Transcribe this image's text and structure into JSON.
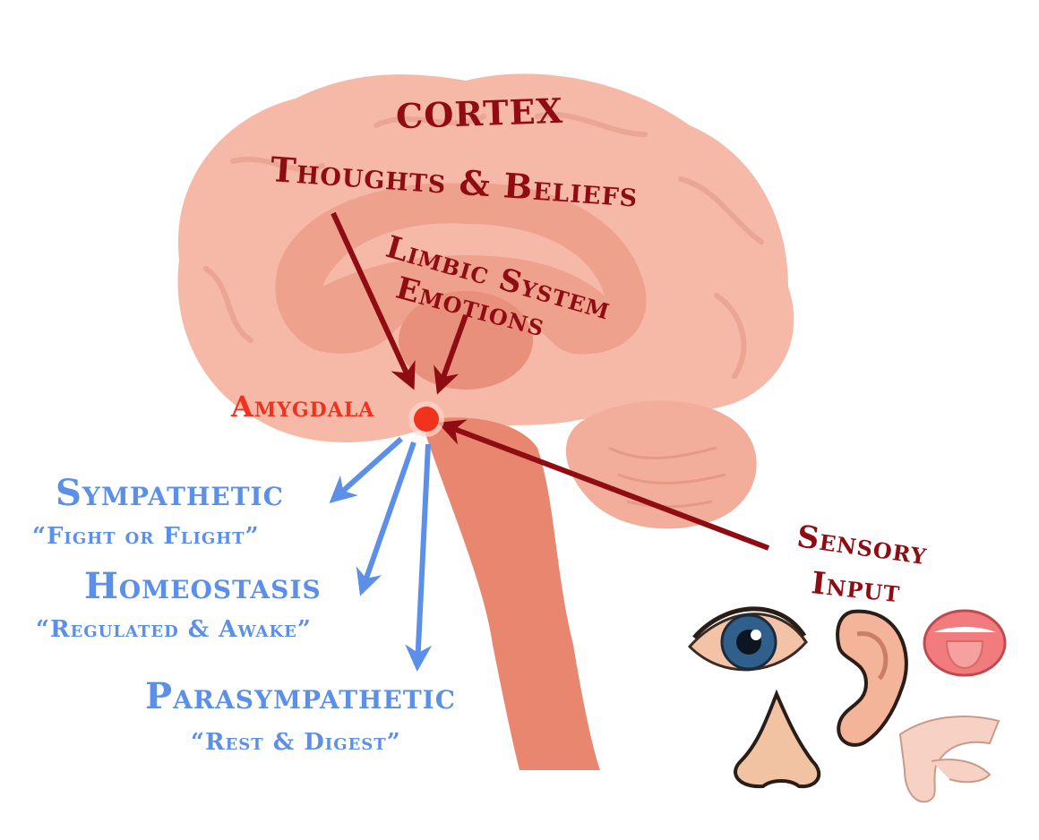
{
  "labels": {
    "cortex_title": "CORTEX",
    "cortex_sub": "Thoughts & Beliefs",
    "limbic_title": "Limbic System",
    "limbic_sub": "Emotions",
    "amygdala": "Amygdala",
    "sensory_line1": "Sensory",
    "sensory_line2": "Input",
    "sympathetic_title": "Sympathetic",
    "sympathetic_sub": "“Fight or Flight”",
    "homeostasis_title": "Homeostasis",
    "homeostasis_sub": "“Regulated & Awake”",
    "parasympathetic_title": "Parasympathetic",
    "parasympathetic_sub": "“Rest & Digest”"
  },
  "colors": {
    "top_down_arrows": "#8e0c12",
    "output_arrows": "#5b8fe8",
    "amygdala": "#f0321e",
    "brain_outer": "#f6b9a8",
    "brain_inner": "#eea18d",
    "brainstem": "#e9866f"
  },
  "icons": {
    "brain": "brain-icon",
    "eye": "eye-icon",
    "ear": "ear-icon",
    "mouth": "mouth-tongue-icon",
    "nose": "nose-icon",
    "hand": "hand-touch-icon"
  }
}
